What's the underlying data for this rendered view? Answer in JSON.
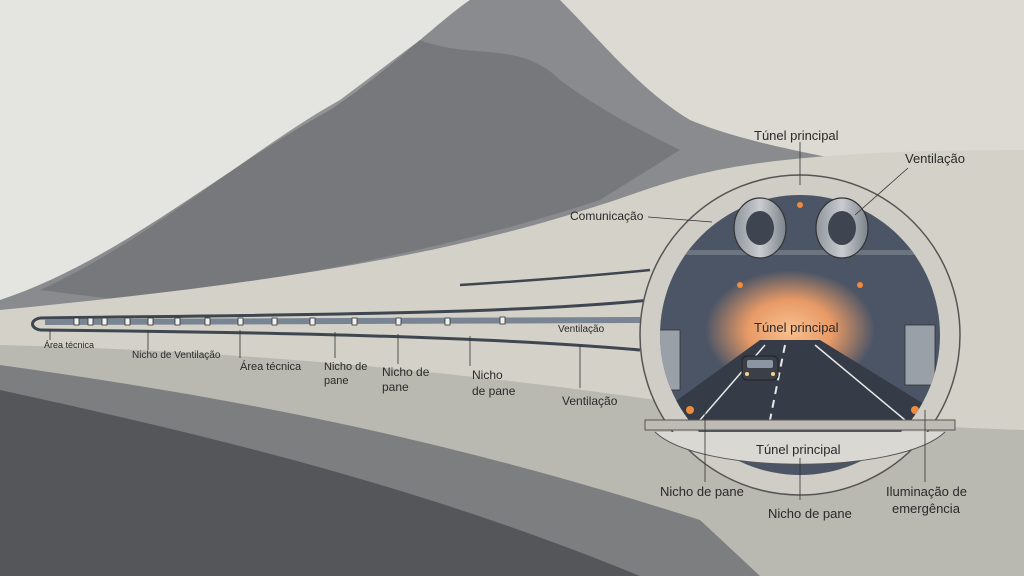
{
  "colors": {
    "sky": "#e4e4e0",
    "mountain_dark": "#6f7073",
    "mountain_mid": "#8a8b8e",
    "soil_light": "#d3d1c8",
    "soil_mid": "#b9b8b1",
    "bedrock": "#7d7e80",
    "bedrock_dark": "#55565a",
    "tunnel_line": "#3e4650",
    "portal_concrete": "#d9d8d2",
    "tunnel_interior": "#4b5566",
    "glow": "#f2a46a",
    "light_dot": "#f08a3c"
  },
  "labels": {
    "area_tecnica_1": "Área técnica",
    "nicho_ventilacao": "Nicho de Ventilação",
    "area_tecnica_2": "Área técnica",
    "nicho_pane_1": [
      "Nicho de",
      "pane"
    ],
    "nicho_pane_2": [
      "Nicho de",
      "pane"
    ],
    "nicho_pane_3": [
      "Nicho",
      "de pane"
    ],
    "ventilacao_small": "Ventilação",
    "ventilacao_lower": "Ventilação",
    "comunicacao": "Comunicação",
    "tunel_principal_top": "Túnel principal",
    "ventilacao_top": "Ventilação",
    "tunel_principal_center": "Túnel principal",
    "tunel_principal_bottom": "Túnel principal",
    "nicho_pane_bottom_left": "Nicho de pane",
    "nicho_pane_bottom_center": "Nicho de pane",
    "iluminacao": [
      "Iluminação de",
      "emergência"
    ]
  }
}
